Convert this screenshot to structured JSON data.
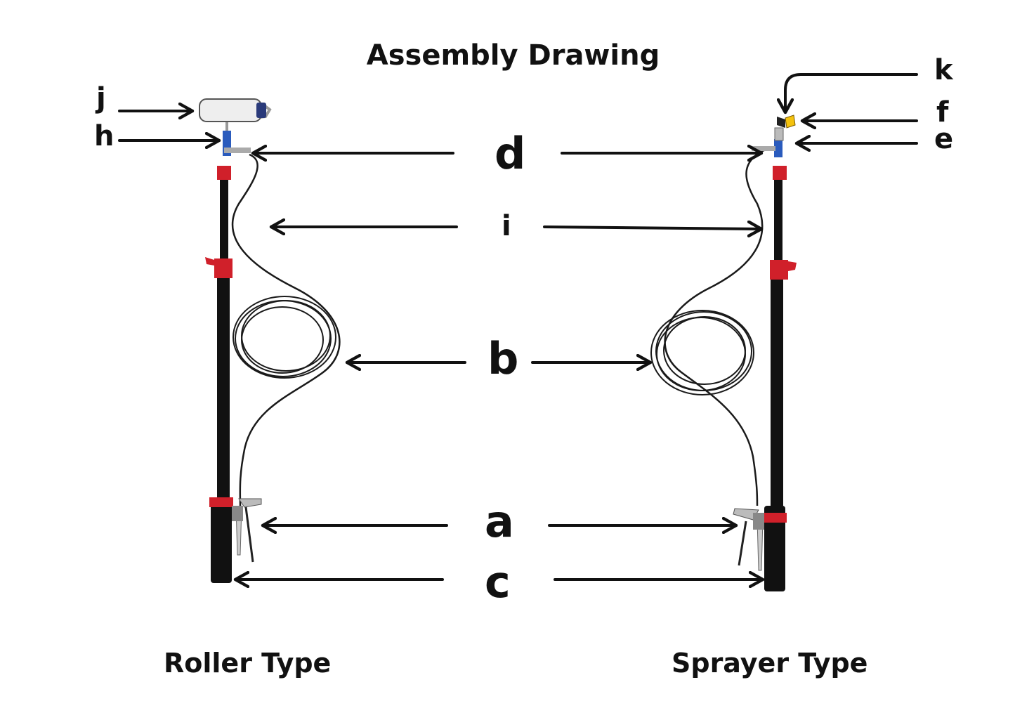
{
  "title": "Assembly Drawing",
  "captions": {
    "left": "Roller Type",
    "right": "Sprayer Type"
  },
  "labels": {
    "a": "a",
    "b": "b",
    "c": "c",
    "d": "d",
    "e": "e",
    "f": "f",
    "h": "h",
    "i": "i",
    "j": "j",
    "k": "k"
  },
  "colors": {
    "pole": "#111111",
    "clamp_red": "#d0202a",
    "hose": "#1a1a1a",
    "roller_cover": "#eeeeee",
    "tip_yellow": "#f4c20d",
    "swivel_blue": "#2a5bbd"
  }
}
